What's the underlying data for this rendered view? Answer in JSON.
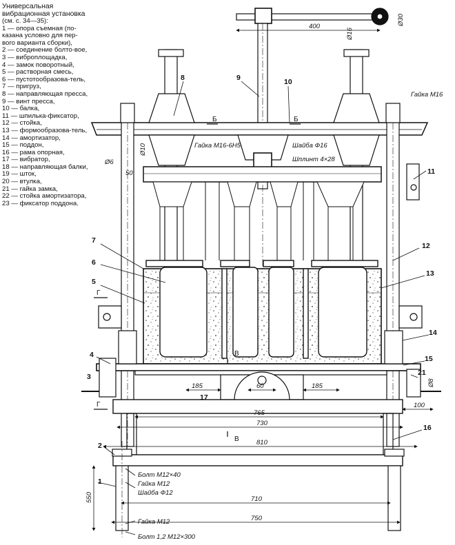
{
  "legend": {
    "title": "Универсальная вибрационная установка",
    "ref": "(см. с. 34—35):",
    "items": [
      "1 — опора съемная (по-казана условно для пер-вого варианта сборки),",
      "2 — соединение болто-вое,",
      "3 — виброплощадка,",
      "4 — замок поворотный,",
      "5 — растворная смесь,",
      "6 — пустотообразова-тель,",
      "7 — пригруз,",
      "8 — направляющая пресса,",
      "9 — винт пресса,",
      "10 — балка,",
      "11 — шпилька-фиксатор,",
      "12 — стойка,",
      "13 — формообразова-тель,",
      "14 — амортизатор,",
      "15 — поддон,",
      "16 — рама опорная,",
      "17 — вибратор,",
      "18 — направляющая балки,",
      "19 — шток,",
      "20 — втулка,",
      "21 — гайка замка,",
      "22 — стойка амортизатора,",
      "23 — фиксатор поддона."
    ]
  },
  "callouts": [
    "8",
    "9",
    "10",
    "11",
    "7",
    "6",
    "5",
    "4",
    "3",
    "12",
    "13",
    "14",
    "15",
    "21",
    "2",
    "1",
    "16",
    "17"
  ],
  "section_marks": {
    "b": "Б",
    "v": "В",
    "g": "Г"
  },
  "hardware_labels": {
    "nut_m16_top": "Гайка М16",
    "nut_m16_6n5": "Гайка М16-6Н5",
    "washer_16": "Шайба Ф16",
    "pin": "Шплинт 4×28",
    "bolt_m12x40": "Болт М12×40",
    "nut_m12_a": "Гайка М12",
    "washer_12": "Шайба Ф12",
    "nut_m12_b": "Гайка М12",
    "bolt_bottom": "Болт 1,2 М12×300"
  },
  "dimensions": {
    "d400": "400",
    "d16": "Ø16",
    "d30": "Ø30",
    "d10": "Ø10",
    "d6": "Ø6",
    "d50": "50",
    "d8": "Ø8",
    "d185a": "185",
    "d60": "60",
    "d185b": "185",
    "d765": "765",
    "d730": "730",
    "d810": "810",
    "d100": "100",
    "d710": "710",
    "d750": "750",
    "d550": "550"
  }
}
